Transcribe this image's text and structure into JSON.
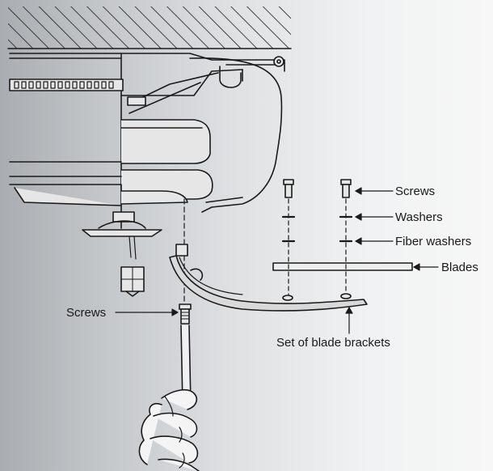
{
  "callouts": {
    "screws_right": "Screws",
    "washers": "Washers",
    "fiber_washers": "Fiber washers",
    "blades": "Blades",
    "screws_left": "Screws",
    "bracket_set": "Set of blade brackets"
  },
  "colors": {
    "line": "#1a1a1a",
    "part_fill": "#e6e6e6",
    "bracket_fill": "#d9d9d9"
  }
}
